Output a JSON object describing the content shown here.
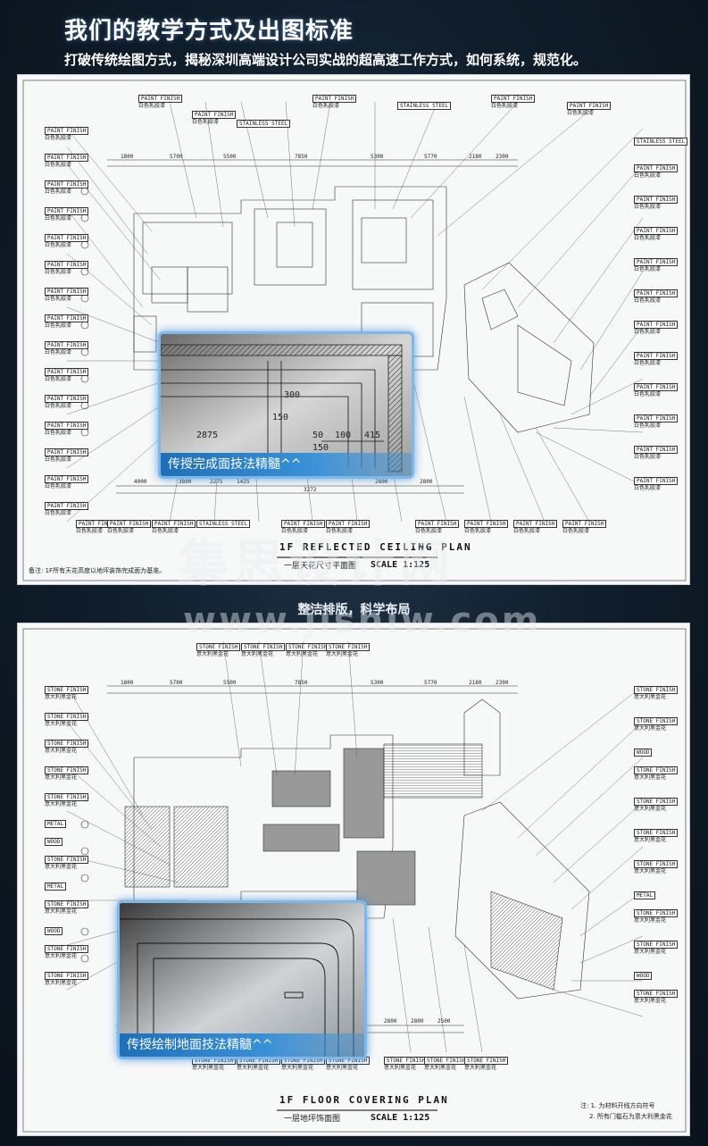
{
  "header": {
    "title": "我们的教学方式及出图标准",
    "subtitle": "打破传统绘图方式，揭秘深圳高端设计公司实战的超高速工作方式，如何系统，规范化。"
  },
  "sheet1": {
    "plan_title": "1F REFLECTED CEILING PLAN",
    "plan_cn": "一层天花尺寸平面图",
    "scale": "SCALE 1:125",
    "note": "备注: 1F所有天花高度以地坪装饰完成面为基准。",
    "zoom_caption": "传授完成面技法精髓^^",
    "tag_label": "PAINT FINISH",
    "tag_cn": "白色乳胶漆",
    "steel_label": "STAINLESS STEEL",
    "dims_top": [
      "1800",
      "5700",
      "5500",
      "7850",
      "5300",
      "5770",
      "2180",
      "2300"
    ],
    "dims_bottom": [
      "4000",
      "3800",
      "2275",
      "1425",
      "3272",
      "2800",
      "2800"
    ],
    "zoom_dims": [
      "2875",
      "150",
      "300",
      "50",
      "100",
      "415",
      "150"
    ]
  },
  "section2_label": "整洁排版，科学布局",
  "sheet2": {
    "plan_title": "1F FLOOR COVERING PLAN",
    "plan_cn": "一层地坪饰面图",
    "scale": "SCALE 1:125",
    "note_lines": [
      "注: 1. 为材料开线方向符号",
      "2. 所有门槛石为意大利黑金花"
    ],
    "zoom_caption": "传授绘制地面技法精髓^^",
    "tag_label": "STONE FINISH",
    "tag_cn": "意大利黑金花",
    "wood_label": "WOOD",
    "metal_label": "METAL",
    "dims_top": [
      "1800",
      "5700",
      "5500",
      "7850",
      "5300",
      "5770",
      "2180",
      "2300"
    ],
    "dims_bottom": [
      "2800",
      "2800",
      "2500"
    ]
  },
  "watermark": {
    "line1": "集思设计网",
    "line2": "www.jishiw.com"
  }
}
